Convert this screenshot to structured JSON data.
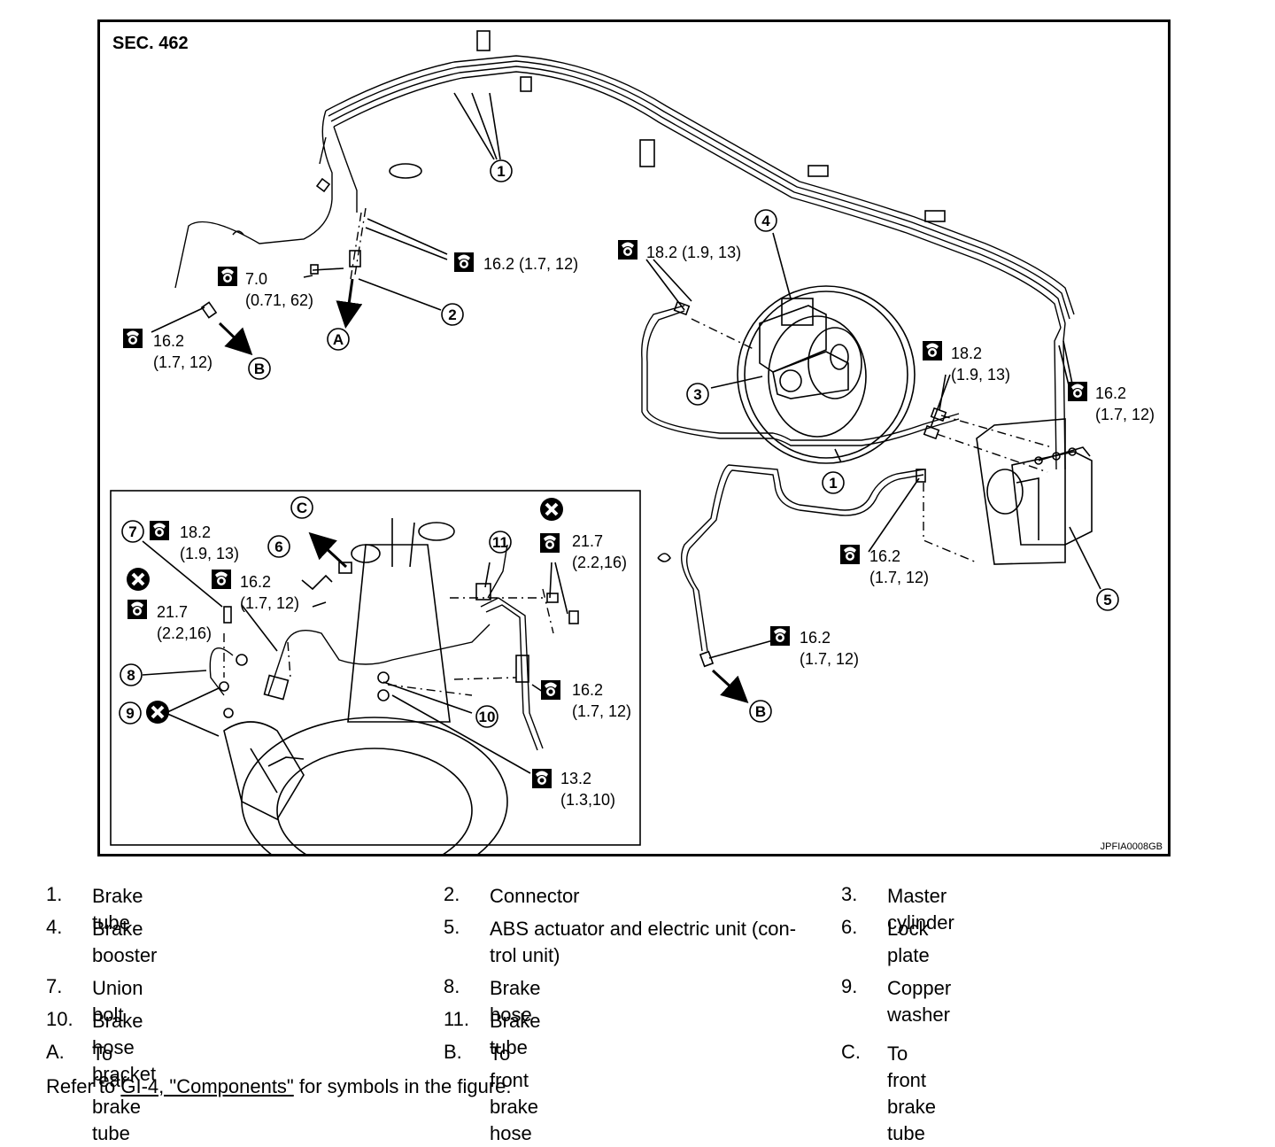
{
  "figure": {
    "section": "SEC. 462",
    "figure_id": "JPFIA0008GB",
    "callouts": {
      "c1": "1",
      "c2": "2",
      "c3": "3",
      "c4": "4",
      "c5": "5",
      "c6": "6",
      "c7": "7",
      "c8": "8",
      "c9": "9",
      "c10": "10",
      "c11": "11",
      "cA": "A",
      "cB": "B",
      "cC": "C"
    },
    "torques": {
      "t_connector_top": "16.2 (1.7, 12)",
      "t_connector_left_a": "7.0",
      "t_connector_left_b": "(0.71, 62)",
      "t_left_a": "16.2",
      "t_left_b": "(1.7, 12)",
      "t_mc": "18.2 (1.9, 13)",
      "t_abs_a": "18.2",
      "t_abs_b": "(1.9, 13)",
      "t_abs_right_a": "16.2",
      "t_abs_right_b": "(1.7, 12)",
      "t_tube_low_a": "16.2",
      "t_tube_low_b": "(1.7, 12)",
      "t_front_b_a": "16.2",
      "t_front_b_b": "(1.7, 12)",
      "t_in7_a": "18.2",
      "t_in7_b": "(1.9, 13)",
      "t_in_hose_a": "16.2",
      "t_in_hose_b": "(1.7, 12)",
      "t_in_x_a": "21.7",
      "t_in_x_b": "(2.2,16)",
      "t_in_r_a": "21.7",
      "t_in_r_b": "(2.2,16)",
      "t_in_r2_a": "16.2",
      "t_in_r2_b": "(1.7, 12)",
      "t_in_bot_a": "13.2",
      "t_in_bot_b": "(1.3,10)"
    }
  },
  "legend": [
    [
      {
        "num": "1.",
        "text": "Brake tube"
      },
      {
        "num": "2.",
        "text": "Connector"
      },
      {
        "num": "3.",
        "text": "Master cylinder"
      }
    ],
    [
      {
        "num": "4.",
        "text": "Brake booster"
      },
      {
        "num": "5.",
        "text": "ABS actuator and electric unit (con-",
        "text2": "trol unit)"
      },
      {
        "num": "6.",
        "text": "Lock plate"
      }
    ],
    [
      {
        "num": "7.",
        "text": "Union bolt"
      },
      {
        "num": "8.",
        "text": "Brake hose"
      },
      {
        "num": "9.",
        "text": "Copper washer"
      }
    ],
    [
      {
        "num": "10.",
        "text": "Brake hose bracket"
      },
      {
        "num": "11.",
        "text": "Brake tube"
      }
    ],
    [
      {
        "num": "A.",
        "text": "To rear brake tube"
      },
      {
        "num": "B.",
        "text": "To front brake hose"
      },
      {
        "num": "C.",
        "text": "To front brake tube"
      }
    ]
  ],
  "note": {
    "prefix": "Refer to ",
    "link": "GI-4, \"Components\"",
    "suffix": " for symbols in the figure."
  }
}
